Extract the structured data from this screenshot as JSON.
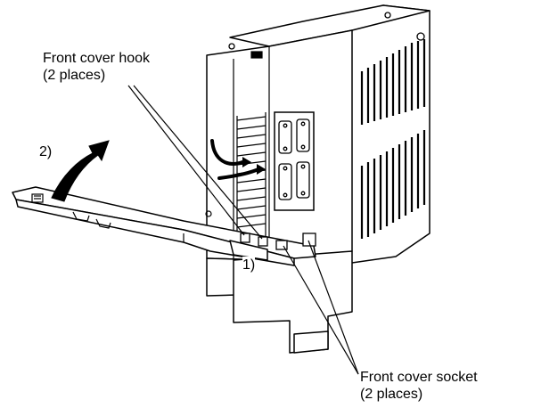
{
  "labels": {
    "hook_line1": "Front cover hook",
    "hook_line2": "(2 places)",
    "socket_line1": "Front cover socket",
    "socket_line2": "(2 places)",
    "step_lift": "2)",
    "step_hook": "1)"
  },
  "colors": {
    "line": "#000000",
    "body_fill": "#ffffff",
    "arrow_fill": "#000000"
  }
}
